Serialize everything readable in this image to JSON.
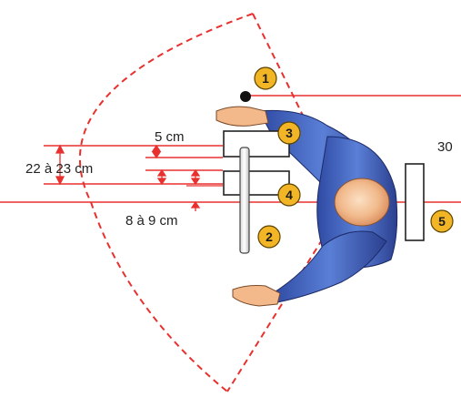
{
  "diagram": {
    "labels": {
      "width_label": "5 cm",
      "height_label": "22 à 23 cm",
      "depth_label": "8 à 9 cm",
      "distance_label": "30"
    },
    "markers": [
      "1",
      "2",
      "3",
      "4",
      "5"
    ],
    "colors": {
      "line": "#e8312f",
      "marker_fill": "#f2b526",
      "marker_stroke": "#5a4200",
      "body_blue": "#3d5bb5",
      "skin": "#f3b98a",
      "outline": "#222222"
    },
    "icons": [
      "operator-top-view-figure",
      "reach-arc"
    ]
  }
}
